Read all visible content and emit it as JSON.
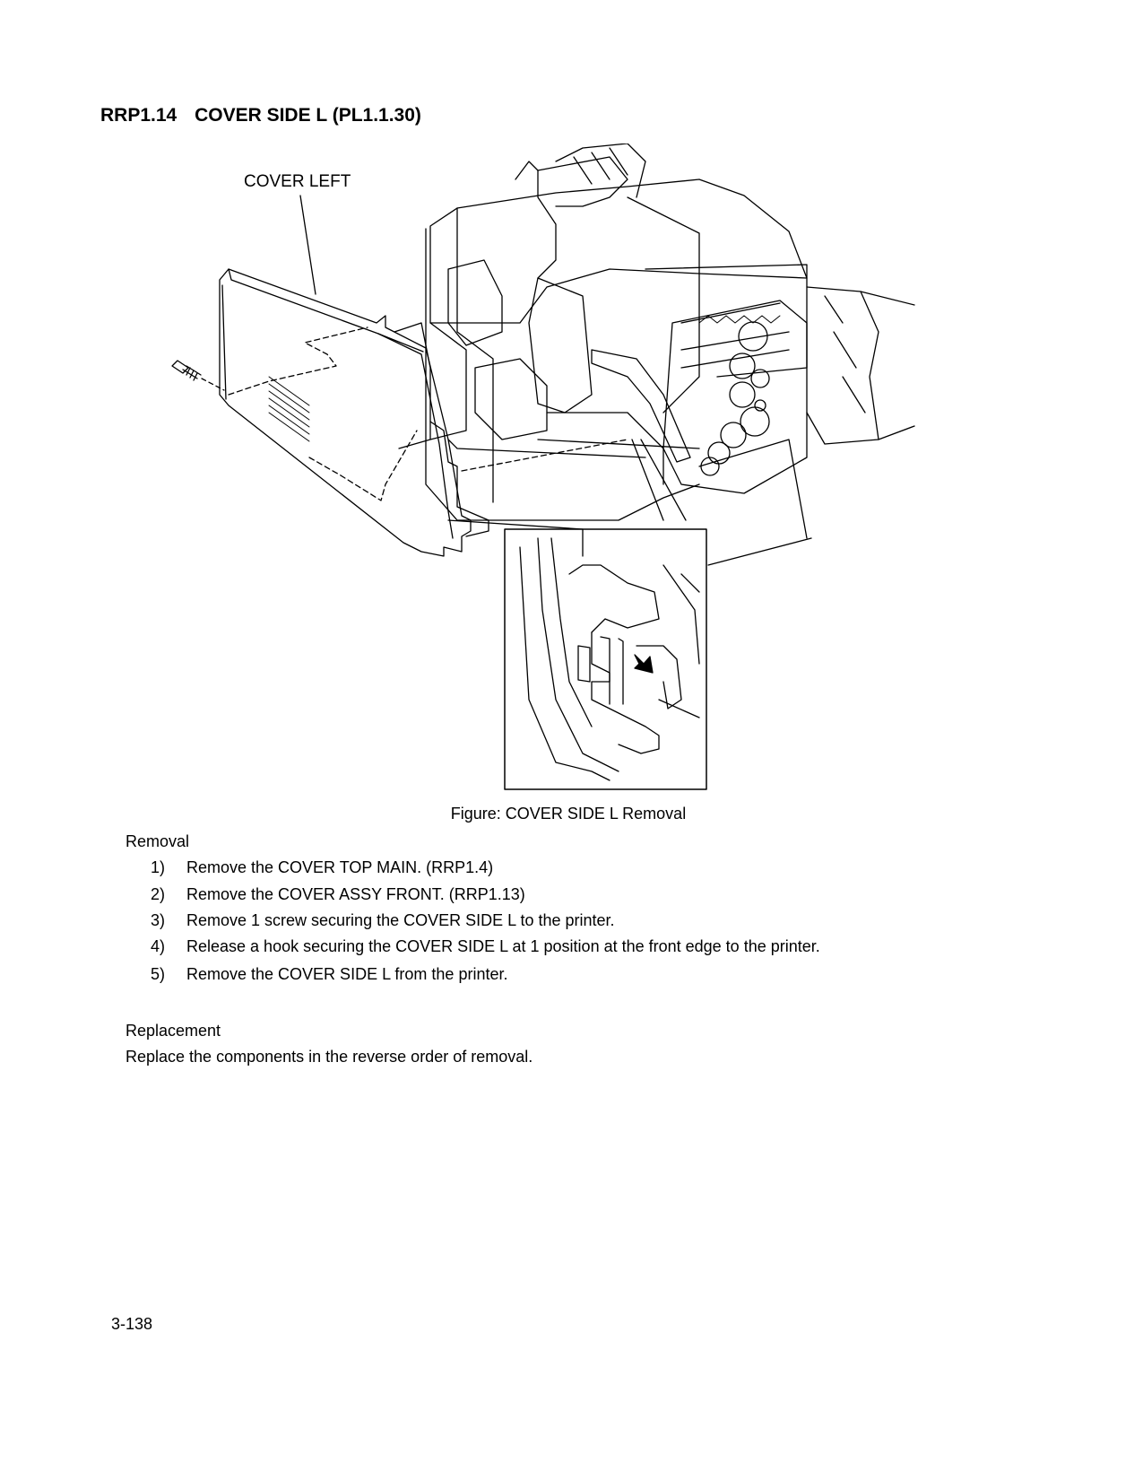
{
  "heading": {
    "code": "RRP1.14",
    "title": "COVER SIDE L (PL1.1.30)"
  },
  "figure": {
    "callout": "COVER LEFT",
    "caption": "Figure: COVER SIDE L Removal"
  },
  "removal": {
    "label": "Removal",
    "steps": [
      {
        "num": "1)",
        "text": "Remove the COVER TOP MAIN. (RRP1.4)"
      },
      {
        "num": "2)",
        "text": "Remove the COVER ASSY FRONT. (RRP1.13)"
      },
      {
        "num": "3)",
        "text": "Remove 1 screw securing the COVER SIDE L to the printer."
      },
      {
        "num": "4)",
        "text": "Release a hook securing the COVER SIDE L at 1 position at the front edge to the printer."
      },
      {
        "num": "5)",
        "text": "Remove the COVER SIDE L from the printer."
      }
    ]
  },
  "replacement": {
    "label": "Replacement",
    "text": "Replace the components in the reverse order of removal."
  },
  "page_number": "3-138"
}
